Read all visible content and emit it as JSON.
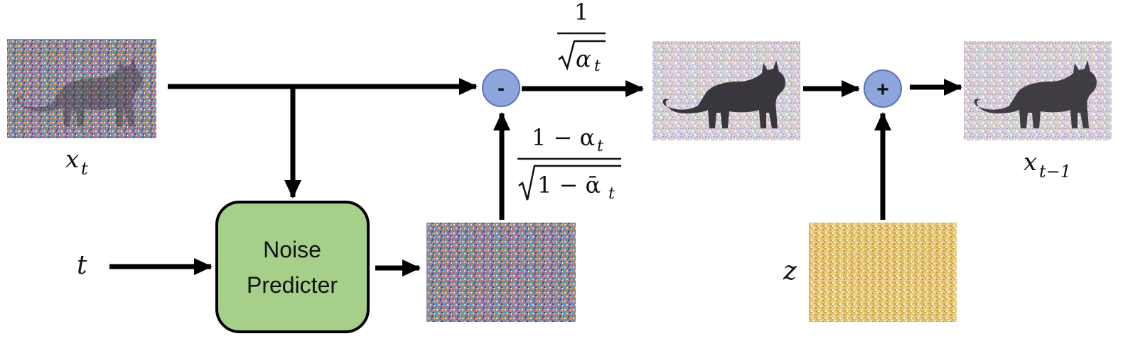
{
  "labels": {
    "x_t": "x",
    "x_t_sub": "t",
    "x_prev": "x",
    "x_prev_sub": "t−1",
    "t": "t",
    "z": "z",
    "noise_predicter_line1": "Noise",
    "noise_predicter_line2": "Predicter"
  },
  "operators": {
    "minus": "-",
    "plus": "+"
  },
  "coefficients": {
    "top_numerator": "1",
    "top_denominator": "α",
    "top_denominator_sub": "t",
    "mid_numerator": "1 − α",
    "mid_numerator_sub": "t",
    "mid_denominator": "1 − ᾱ",
    "mid_denominator_sub": "t"
  },
  "colors": {
    "arrow": "#000000",
    "box_fill": "#a6cf8a",
    "box_stroke": "#000000",
    "op_fill": "#8ea6dc",
    "op_stroke": "#5a73b5",
    "noise_bg": "#9a8a9e",
    "z_bg": "#e6c77a"
  },
  "icons": {
    "cat_noisy_input": "noisy-cat-image",
    "cat_denoised_mid": "cat-image",
    "cat_output": "cat-image",
    "predicted_noise": "noise-image",
    "z_noise": "yellow-noise-image"
  }
}
